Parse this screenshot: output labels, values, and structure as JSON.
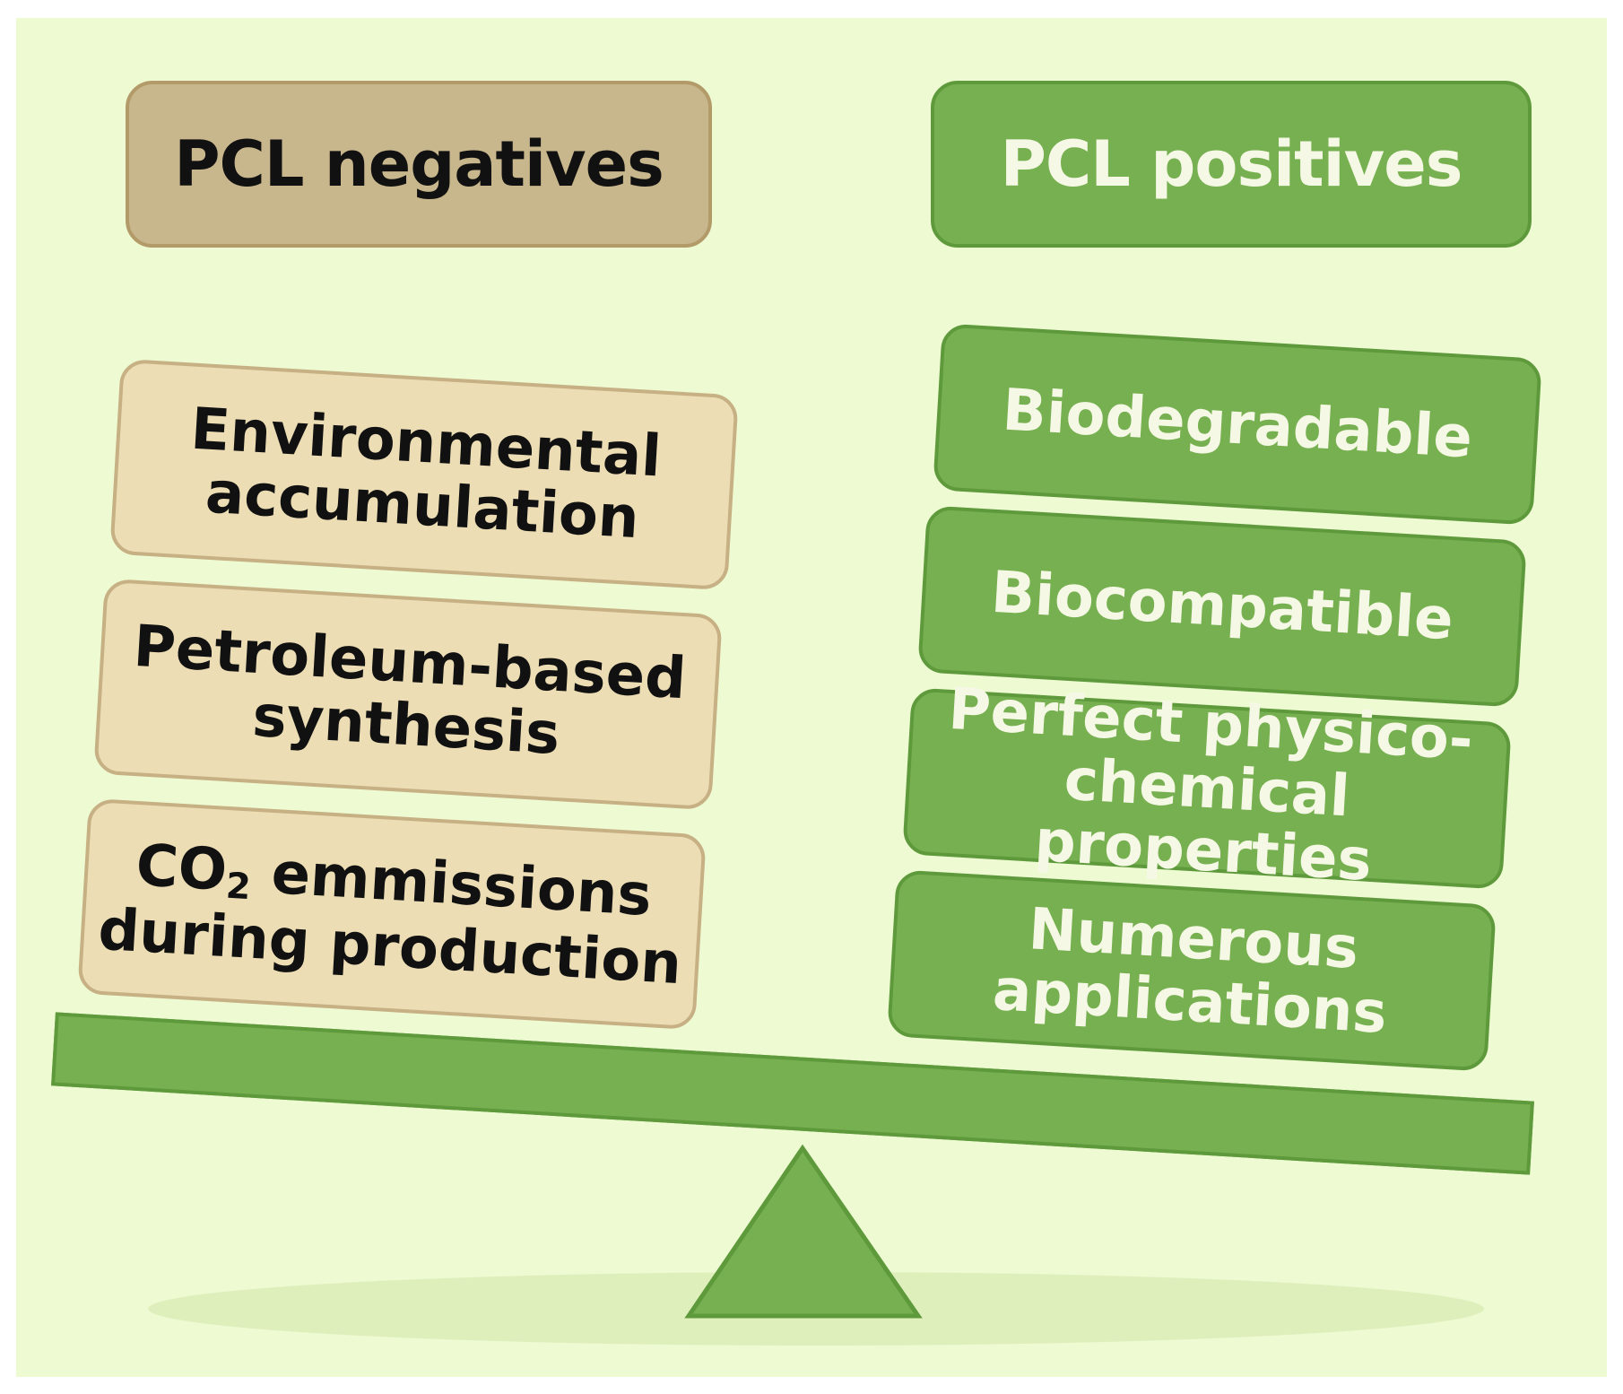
{
  "negatives": {
    "title": "PCL negatives",
    "items": [
      {
        "lines": [
          "Environmental",
          "accumulation"
        ]
      },
      {
        "lines": [
          "Petroleum-based",
          "synthesis"
        ]
      },
      {
        "co2_prefix": "CO",
        "co2_sub": "2",
        "co2_rest": " emmissions",
        "line2": "during production"
      }
    ]
  },
  "positives": {
    "title": "PCL positives",
    "items": [
      {
        "lines": [
          "Biodegradable"
        ]
      },
      {
        "lines": [
          "Biocompatible"
        ]
      },
      {
        "lines": [
          "Perfect physico-",
          "chemical properties"
        ]
      },
      {
        "lines": [
          "Numerous",
          "applications"
        ]
      }
    ]
  },
  "colors": {
    "background": "#eefad2",
    "negative_header": "#c8b68c",
    "negative_box": "#ecddb4",
    "positive_green": "#77b050"
  }
}
